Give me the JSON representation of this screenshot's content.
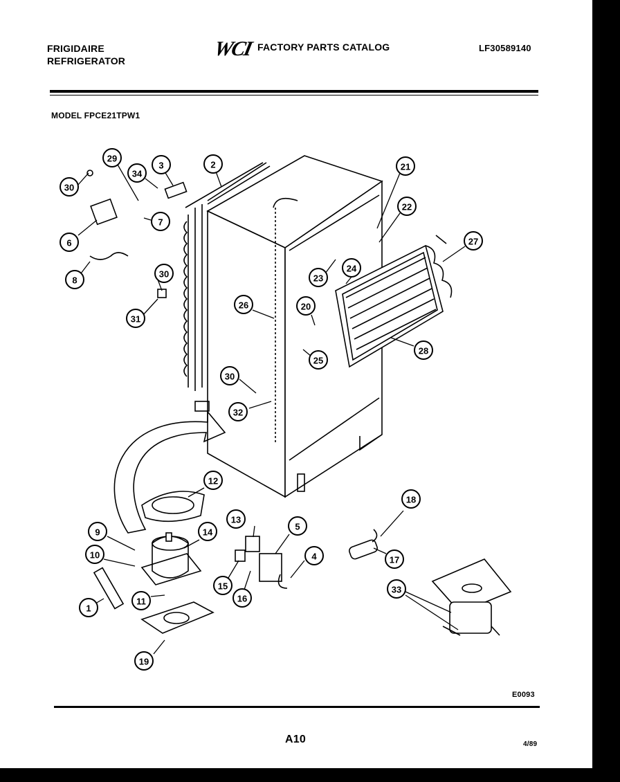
{
  "header": {
    "brand_line1": "FRIGIDAIRE",
    "brand_line2": "REFRIGERATOR",
    "logo_text": "WCI",
    "catalog_title": "FACTORY PARTS CATALOG",
    "part_number": "LF30589140"
  },
  "model": "MODEL FPCE21TPW1",
  "callouts": [
    "30",
    "29",
    "34",
    "3",
    "2",
    "21",
    "22",
    "27",
    "7",
    "6",
    "8",
    "30",
    "31",
    "26",
    "24",
    "23",
    "20",
    "25",
    "28",
    "30",
    "32",
    "12",
    "9",
    "13",
    "5",
    "18",
    "14",
    "10",
    "4",
    "17",
    "15",
    "16",
    "33",
    "1",
    "11",
    "19"
  ],
  "footer": {
    "code": "E0093",
    "page": "A10",
    "date": "4/89"
  }
}
